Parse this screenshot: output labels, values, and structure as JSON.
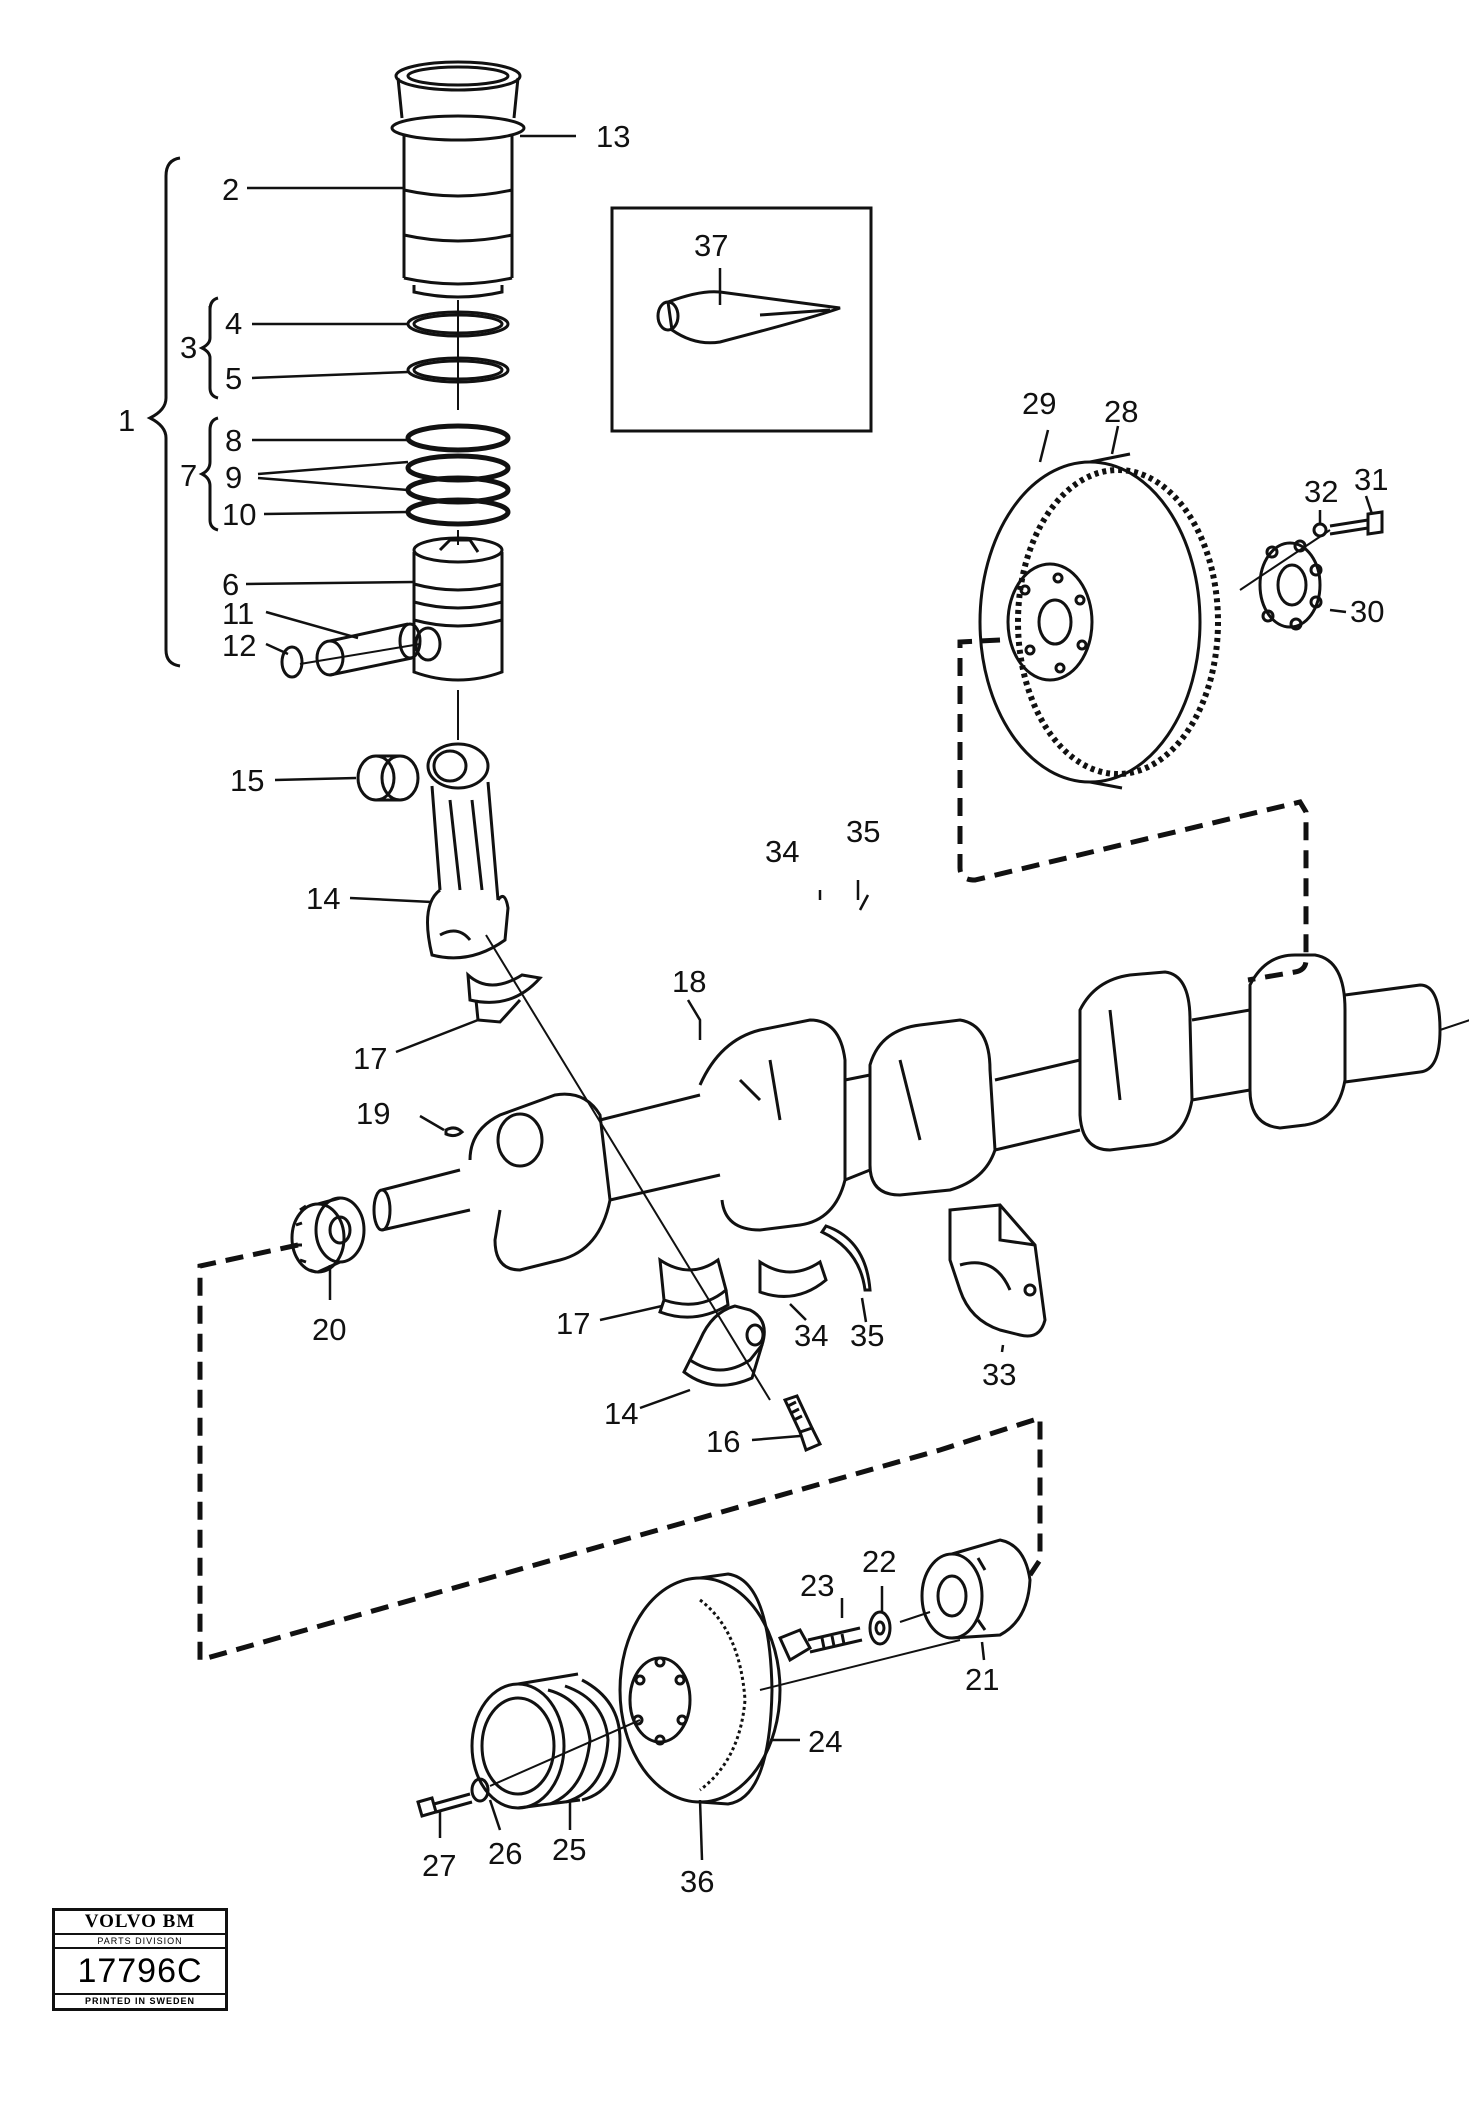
{
  "callouts": [
    "1",
    "2",
    "3",
    "4",
    "5",
    "6",
    "7",
    "8",
    "9",
    "10",
    "11",
    "12",
    "13",
    "14",
    "15",
    "16",
    "17",
    "18",
    "19",
    "20",
    "21",
    "22",
    "23",
    "24",
    "25",
    "26",
    "27",
    "28",
    "29",
    "30",
    "31",
    "32",
    "33",
    "34",
    "35",
    "36",
    "37"
  ],
  "label_14b": "14",
  "label_17b": "17",
  "label_34b": "34",
  "label_35b": "35",
  "stamp": {
    "brand": "VOLVO BM",
    "division": "PARTS DIVISION",
    "number": "17796C",
    "printed": "PRINTED IN SWEDEN"
  }
}
